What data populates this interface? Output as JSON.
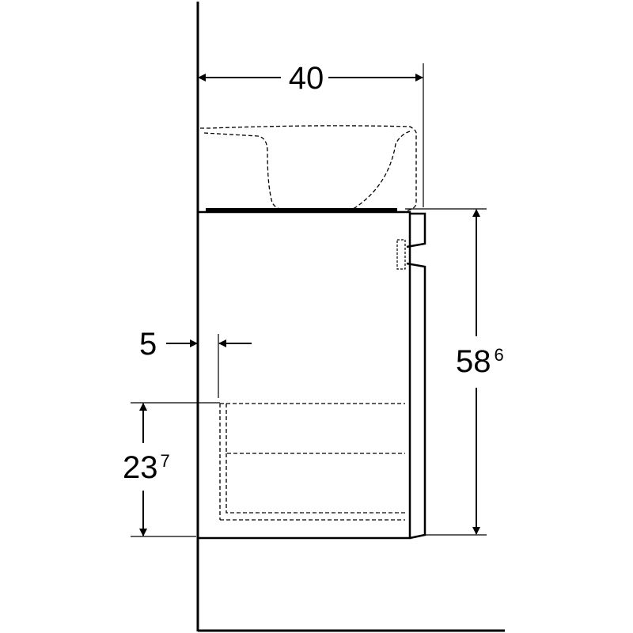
{
  "diagram": {
    "line_color": "#000000",
    "background_color": "#ffffff",
    "dimensions": {
      "width_top": {
        "main": "40"
      },
      "height_total": {
        "main": "58",
        "superscript": "6"
      },
      "wall_offset": {
        "main": "5"
      },
      "drawer_height": {
        "main": "23",
        "superscript": "7"
      }
    }
  }
}
